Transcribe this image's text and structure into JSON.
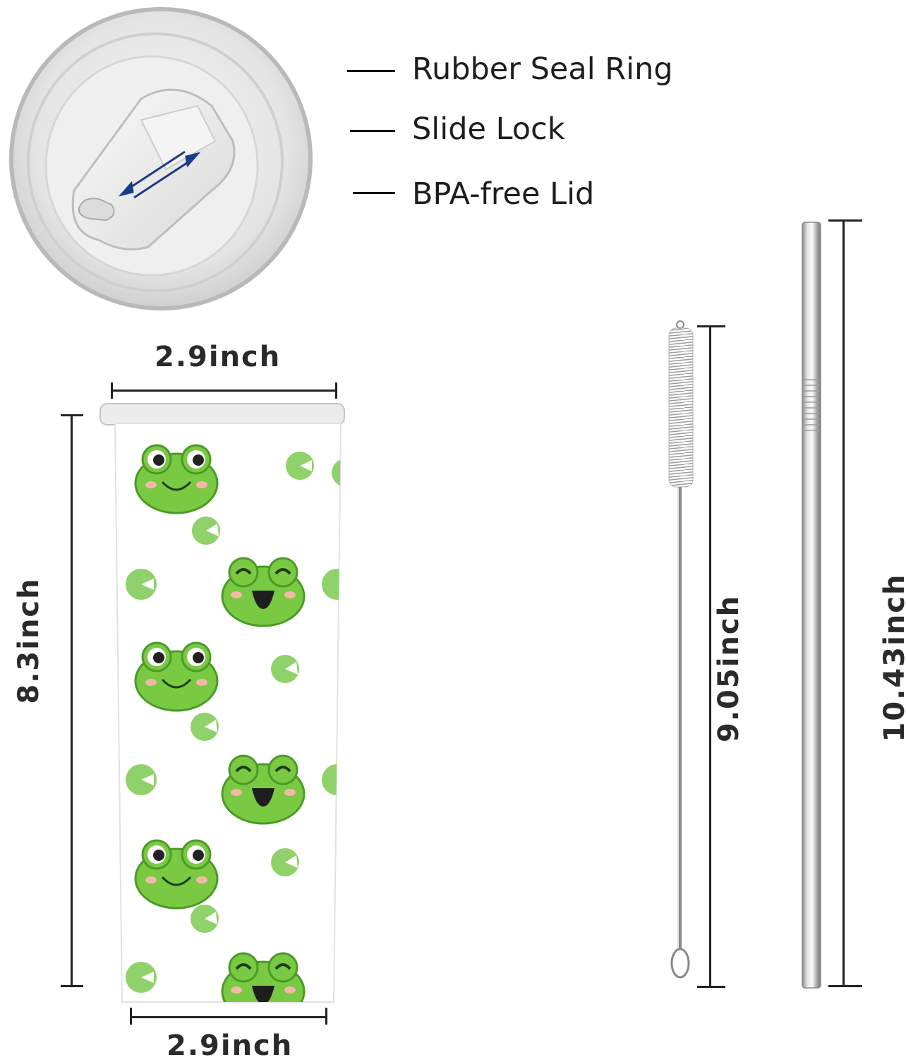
{
  "lid": {
    "callouts": [
      {
        "label": "Rubber Seal Ring"
      },
      {
        "label": "Slide Lock"
      },
      {
        "label": "BPA-free Lid"
      }
    ]
  },
  "tumbler": {
    "width_top_label": "2.9inch",
    "width_bottom_label": "2.9inch",
    "height_label": "8.3inch"
  },
  "brush": {
    "length_label": "9.05inch"
  },
  "straw": {
    "length_label": "10.43inch"
  },
  "colors": {
    "frog_green": "#7ac943",
    "frog_dark_green": "#4a9a26",
    "lily_pad_green": "#8fd16a",
    "cheek_pink": "#f6b7a8",
    "metal_silver": "#c9c9c9"
  }
}
